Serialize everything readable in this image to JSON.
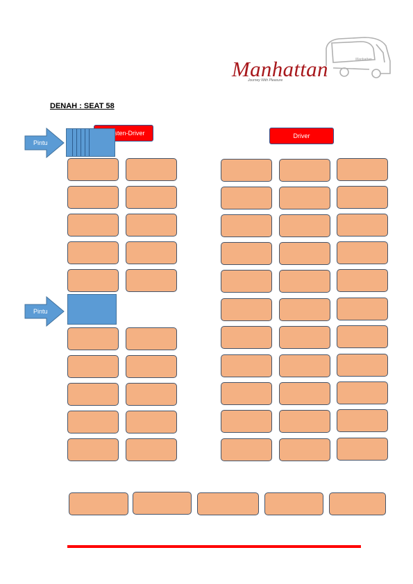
{
  "logo": {
    "name": "Manhattan",
    "tagline": "Journey With Pleasure",
    "bus_mark": "Manhattan"
  },
  "title": "DENAH : SEAT 58",
  "roles": {
    "assistant": "Assisten-Driver",
    "driver": "Driver"
  },
  "doors": [
    {
      "label": "Pintu"
    },
    {
      "label": "Pintu"
    }
  ],
  "colors": {
    "seat": "#f4b183",
    "seat_border": "#44546a",
    "door": "#5b9bd5",
    "role_box": "#ff0000",
    "accent": "#a8181c"
  },
  "icons": {
    "logo": "bus-logo-icon",
    "door": "right-arrow-icon"
  }
}
